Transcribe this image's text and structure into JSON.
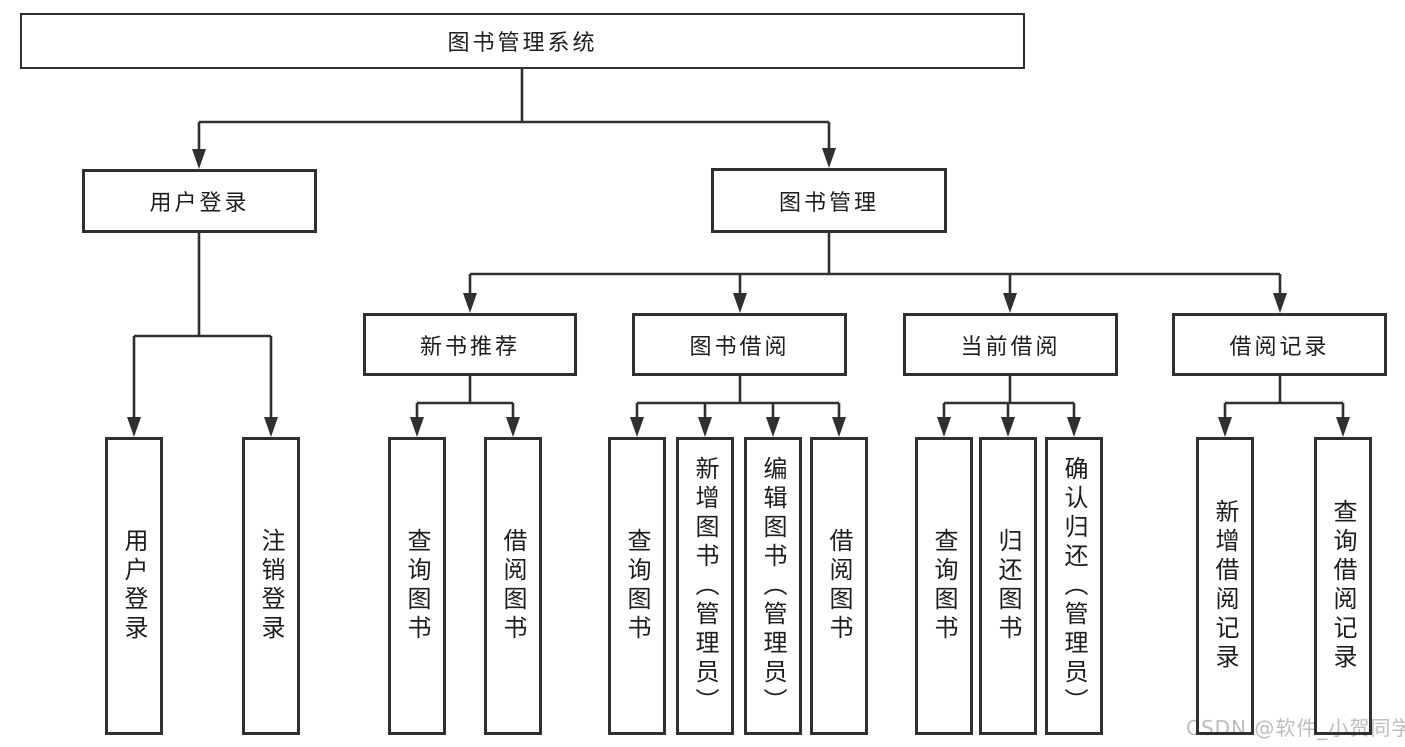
{
  "diagram": {
    "root": {
      "label": "图书管理系统"
    },
    "branches": [
      {
        "label": "用户登录",
        "children": [
          {
            "label": "用户登录"
          },
          {
            "label": "注销登录"
          }
        ]
      },
      {
        "label": "图书管理",
        "children": [
          {
            "label": "新书推荐",
            "children": [
              {
                "label": "查询图书"
              },
              {
                "label": "借阅图书"
              }
            ]
          },
          {
            "label": "图书借阅",
            "children": [
              {
                "label": "查询图书"
              },
              {
                "label": "新增图书（管理员）"
              },
              {
                "label": "编辑图书（管理员）"
              },
              {
                "label": "借阅图书"
              }
            ]
          },
          {
            "label": "当前借阅",
            "children": [
              {
                "label": "查询图书"
              },
              {
                "label": "归还图书"
              },
              {
                "label": "确认归还（管理员）"
              }
            ]
          },
          {
            "label": "借阅记录",
            "children": [
              {
                "label": "新增借阅记录"
              },
              {
                "label": "查询借阅记录"
              }
            ]
          }
        ]
      }
    ]
  },
  "watermark": {
    "text": "CSDN @软件_小贺同学"
  },
  "colors": {
    "line": "#303030",
    "box_border": "#303030",
    "text": "#1d1d1d",
    "watermark": "#bdbdbd",
    "background": "#ffffff"
  }
}
